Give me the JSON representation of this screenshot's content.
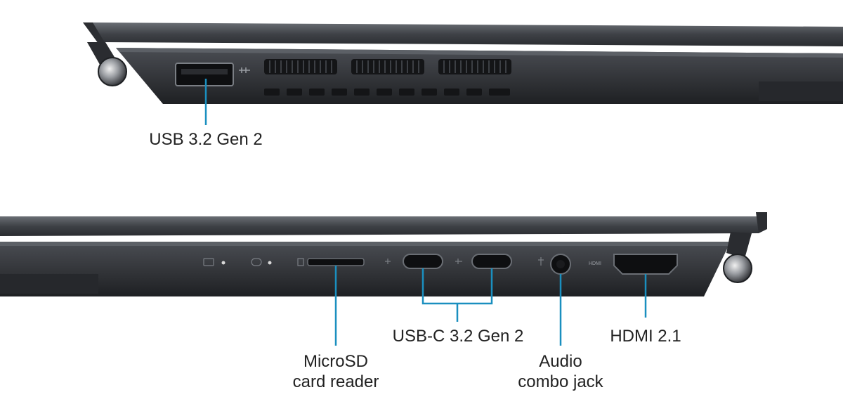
{
  "colors": {
    "callout": "#1a8fbf",
    "chassis": "#3a3d42",
    "chassis_dark": "#24262a",
    "chassis_light": "#5a5e64",
    "text": "#222222"
  },
  "labels": {
    "usb_a": "USB 3.2 Gen 2",
    "microsd_line1": "MicroSD",
    "microsd_line2": "card reader",
    "usb_c": "USB-C 3.2 Gen 2",
    "audio_line1": "Audio",
    "audio_line2": "combo jack",
    "hdmi": "HDMI 2.1"
  },
  "port_marks": {
    "hdmi_mark": "HDMI"
  }
}
